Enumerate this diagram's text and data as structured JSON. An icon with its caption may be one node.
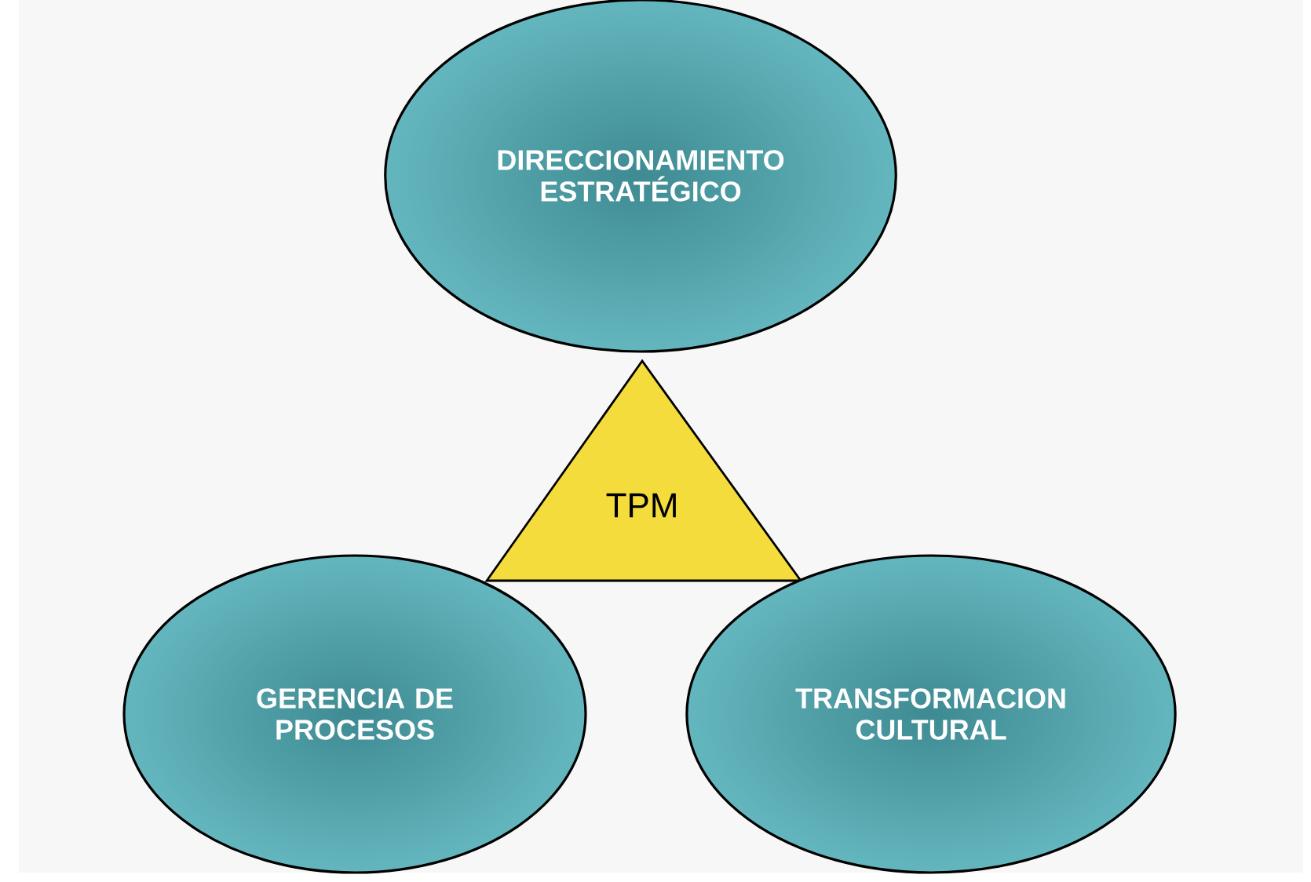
{
  "diagram": {
    "nodes": [
      {
        "text": [
          "DIRECCIONAMIENTO ESTRATÉGICO"
        ]
      },
      {
        "text": [
          "TPM"
        ]
      },
      {
        "text": [
          "GERENCIA DE PROCESOS"
        ]
      },
      {
        "text": [
          "TRANSFORMACION CULTURAL"
        ]
      }
    ]
  }
}
